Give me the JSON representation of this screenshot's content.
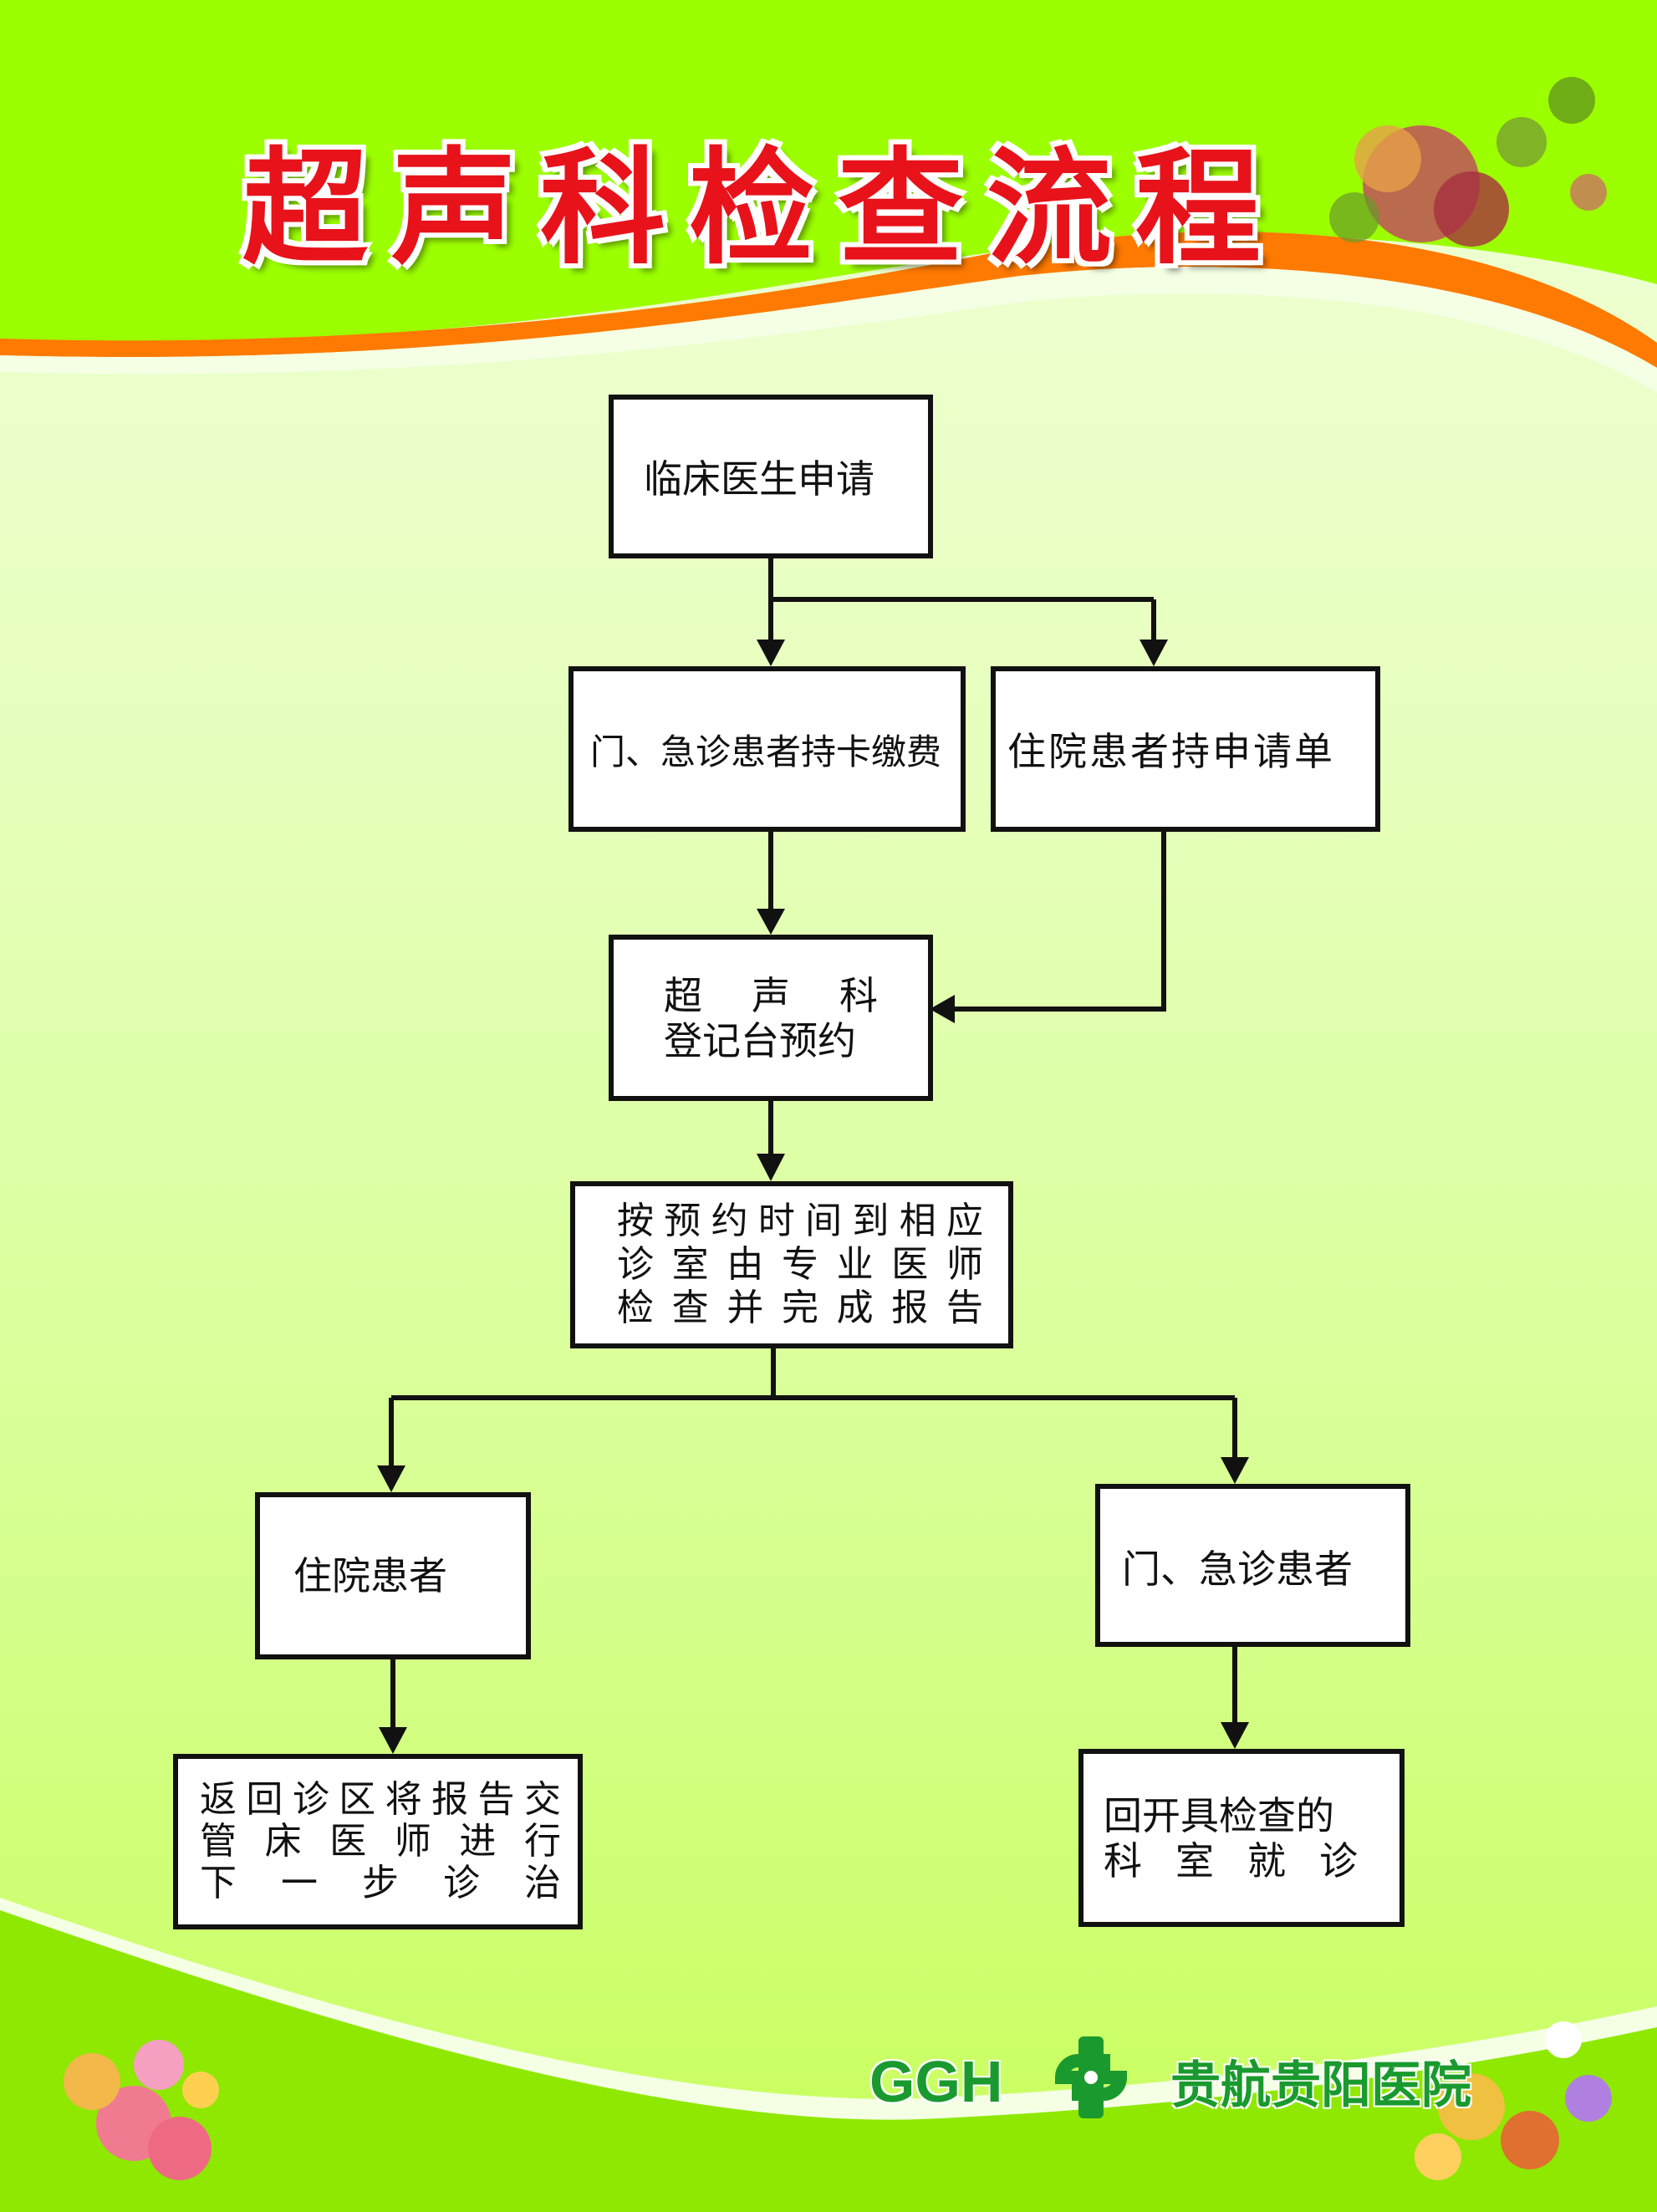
{
  "title": "超声科检查流程",
  "nodes": {
    "apply": "临床医生申请",
    "outpatient_pay": "门、急诊患者持卡缴费",
    "inpatient_form": "住院患者持申请单",
    "register_line1": [
      "超",
      "声",
      "科"
    ],
    "register_line2": "登记台预约",
    "exam_line1": [
      "按",
      "预",
      "约",
      "时",
      "间",
      "到",
      "相",
      "应"
    ],
    "exam_line2": [
      "诊",
      "室",
      "由",
      "专",
      "业",
      "医",
      "师"
    ],
    "exam_line3": [
      "检",
      "查",
      "并",
      "完",
      "成",
      "报",
      "告"
    ],
    "inpatient": "住院患者",
    "outpatient": "门、急诊患者",
    "return_line1": [
      "返",
      "回",
      "诊",
      "区",
      "将",
      "报",
      "告",
      "交"
    ],
    "return_line2": [
      "管",
      "床",
      "医",
      "师",
      "进",
      "行"
    ],
    "return_line3": [
      "下",
      "一",
      "步",
      "诊",
      "治"
    ],
    "back_line1": "回开具检查的",
    "back_line2": [
      "科",
      "室",
      "就",
      "诊"
    ]
  },
  "brand": {
    "abbr": "GGH",
    "name": "贵航贵阳医院",
    "icon": "green-cross-logo-icon"
  },
  "colors": {
    "title_red": "#e8121a",
    "brand_green": "#1a9a2e",
    "band_green": "#9cff00",
    "swoosh_orange": "#ff7a00"
  }
}
